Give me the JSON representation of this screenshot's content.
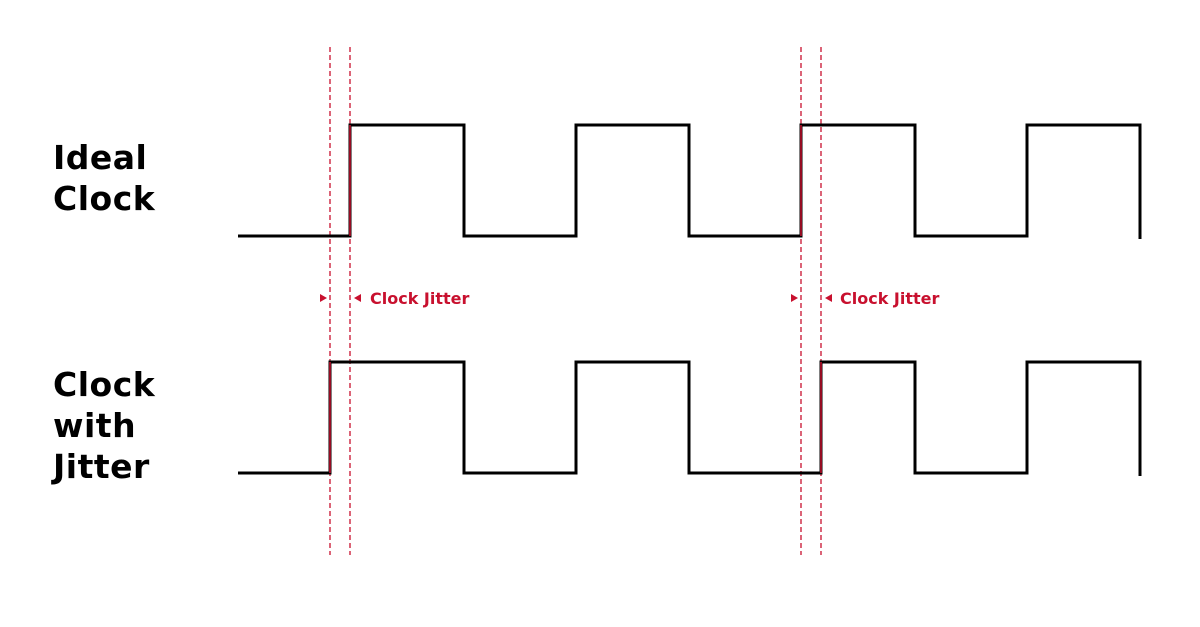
{
  "rows": {
    "ideal": {
      "label_lines": [
        "Ideal",
        "Clock"
      ]
    },
    "jitter": {
      "label_lines": [
        "Clock",
        "with",
        "Jitter"
      ]
    }
  },
  "annotations": {
    "jitter_label": "Clock Jitter"
  },
  "colors": {
    "signal": "#000000",
    "marker": "#c8102e"
  }
}
